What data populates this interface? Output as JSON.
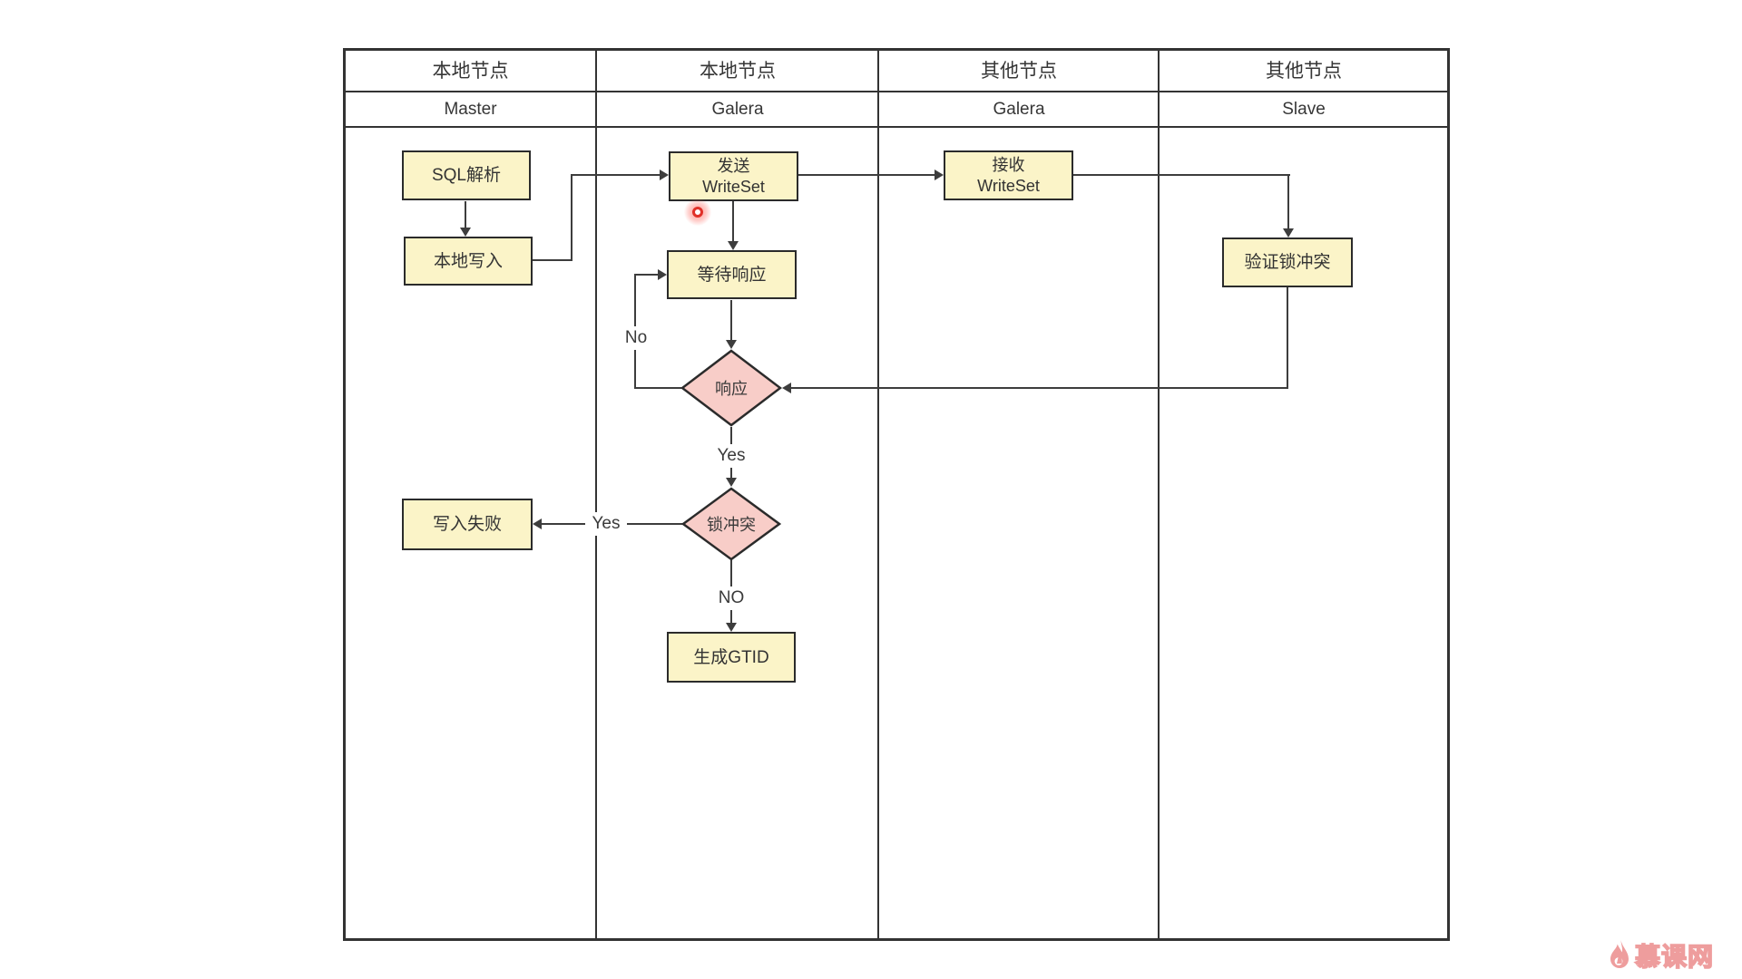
{
  "page": {
    "background": "#ffffff"
  },
  "lanes": [
    {
      "type": "本地节点",
      "role": "Master"
    },
    {
      "type": "本地节点",
      "role": "Galera"
    },
    {
      "type": "其他节点",
      "role": "Galera"
    },
    {
      "type": "其他节点",
      "role": "Slave"
    }
  ],
  "nodes": {
    "sql_parse": {
      "label": "SQL解析"
    },
    "local_write": {
      "label": "本地写入"
    },
    "send_writeset": {
      "line1": "发送",
      "line2": "WriteSet"
    },
    "wait_response": {
      "label": "等待响应"
    },
    "response": {
      "label": "响应"
    },
    "lock_conflict": {
      "label": "锁冲突"
    },
    "write_fail": {
      "label": "写入失败"
    },
    "gen_gtid": {
      "label": "生成GTID"
    },
    "recv_writeset": {
      "line1": "接收",
      "line2": "WriteSet"
    },
    "verify_lock": {
      "label": "验证锁冲突"
    }
  },
  "edge_labels": {
    "response_no": "No",
    "response_yes": "Yes",
    "conflict_yes": "Yes",
    "conflict_no": "NO"
  },
  "colors": {
    "process_fill": "#fbf4c8",
    "decision_fill": "#f8cdc8",
    "node_border": "#2b2b2b",
    "table_border": "#333333",
    "flow_line": "#3d3d3d",
    "cursor_red": "#e03028",
    "watermark_pink": "#ee9d9d"
  },
  "watermark": {
    "brand": "慕课网"
  }
}
